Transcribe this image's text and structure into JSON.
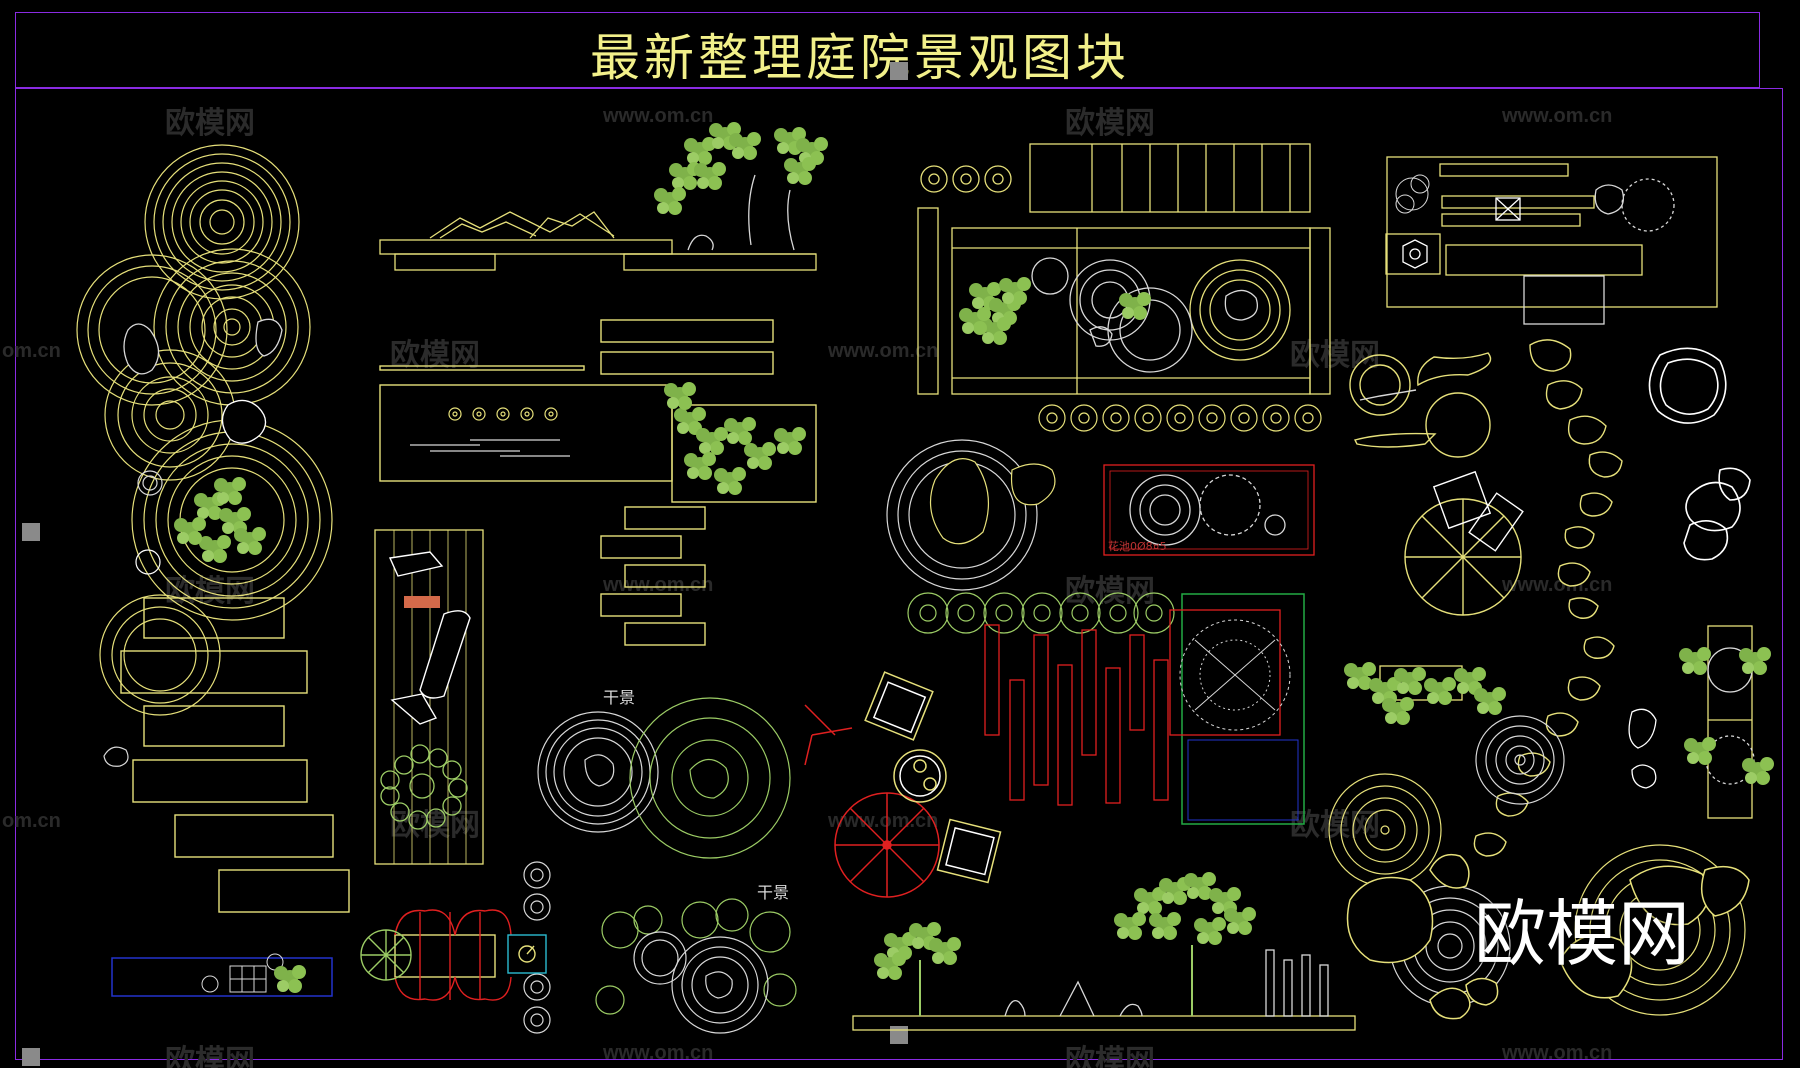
{
  "title": "最新整理庭院景观图块",
  "watermarks": {
    "brand": "欧模网",
    "url": "www.om.cn",
    "url_short": "om.cn"
  },
  "overlay_brand": "欧模网",
  "labels": {
    "dry_scape_1": "干景",
    "dry_scape_2": "干景",
    "flower_pool": "花池0Ø8¤5"
  },
  "colors": {
    "background": "#000000",
    "frame": "#8a2be2",
    "line": "#e6e07a",
    "plant": "#9ccc65",
    "white_line": "#d8d8d8",
    "red": "#e02020",
    "green_frame": "#22aa44",
    "blue_frame": "#2233cc"
  },
  "icons": [
    "ring-cluster-icon",
    "tree-canopy-icon",
    "rock-icon",
    "stepping-stone-icon",
    "umbrella-icon",
    "lounge-chair-icon",
    "table-icon"
  ]
}
